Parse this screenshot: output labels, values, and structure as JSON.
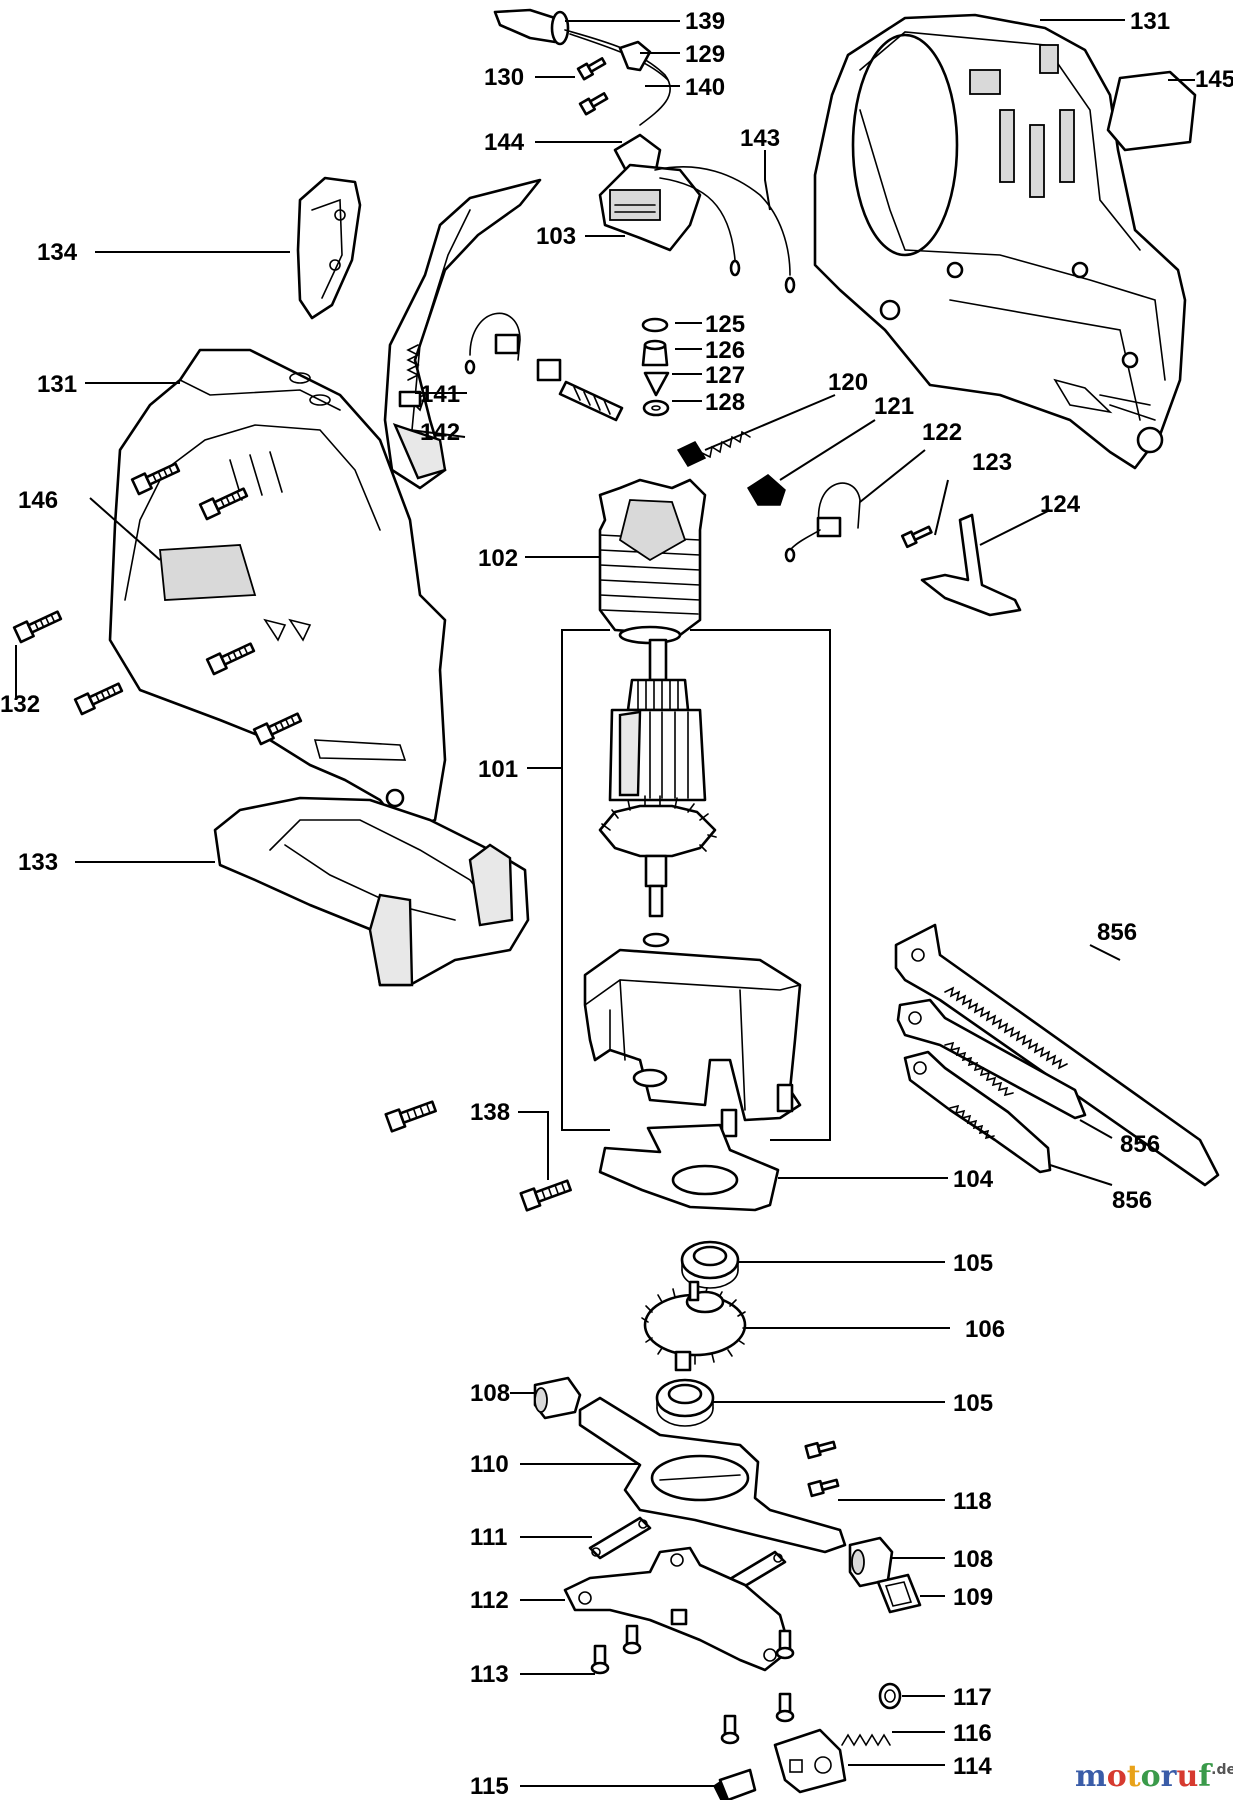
{
  "diagram": {
    "labels": {
      "p101": "101",
      "p102": "102",
      "p103": "103",
      "p104": "104",
      "p105a": "105",
      "p105b": "105",
      "p106": "106",
      "p108a": "108",
      "p108b": "108",
      "p109": "109",
      "p110": "110",
      "p111": "111",
      "p112": "112",
      "p113": "113",
      "p114": "114",
      "p115": "115",
      "p116": "116",
      "p117": "117",
      "p118": "118",
      "p120": "120",
      "p121": "121",
      "p122": "122",
      "p123": "123",
      "p124": "124",
      "p125": "125",
      "p126": "126",
      "p127": "127",
      "p128": "128",
      "p129": "129",
      "p130": "130",
      "p131a": "131",
      "p131b": "131",
      "p132": "132",
      "p133": "133",
      "p134": "134",
      "p138": "138",
      "p139": "139",
      "p140": "140",
      "p141": "141",
      "p142": "142",
      "p143": "143",
      "p144": "144",
      "p145": "145",
      "p146": "146",
      "p856a": "856",
      "p856b": "856",
      "p856c": "856"
    }
  },
  "watermark": {
    "letters": [
      "m",
      "o",
      "t",
      "o",
      "r",
      "u",
      "f"
    ],
    "colors": [
      "#3a5ca8",
      "#d63a2f",
      "#e8a21a",
      "#3a9a4a",
      "#3a5ca8",
      "#d63a2f",
      "#3a9a4a"
    ],
    "suffix": ".de"
  }
}
